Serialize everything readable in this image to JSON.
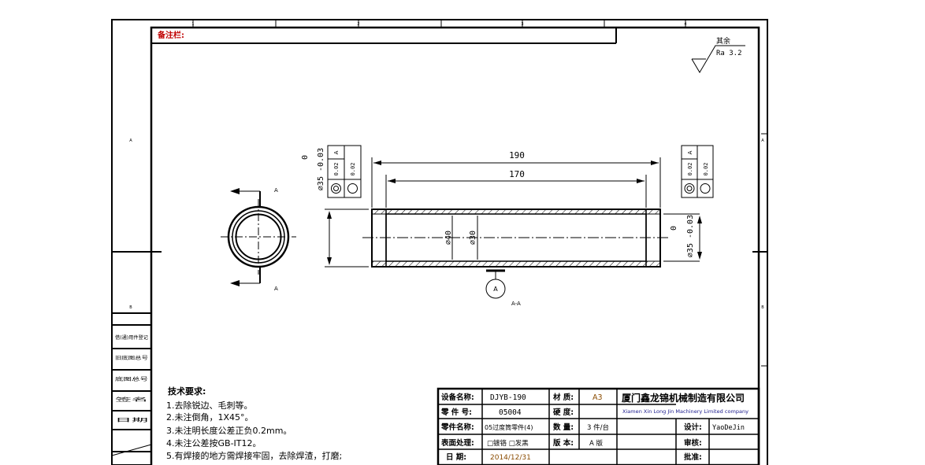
{
  "remark_label": "备注栏:",
  "roughness": {
    "label": "其余",
    "value": "Ra 3.2"
  },
  "dimensions": {
    "overall_length": "190",
    "inner_length": "170",
    "outer_dia": "∅40",
    "inner_dia": "∅30",
    "bore_left": "∅35 -0.03",
    "bore_left_upper": "0",
    "bore_right": "∅35 -0.03",
    "bore_right_upper": "0"
  },
  "tolerance_frames": {
    "left": {
      "datum": "A",
      "value": "0.02"
    },
    "right": {
      "datum": "A",
      "value": "0.02"
    }
  },
  "section": {
    "marker": "A",
    "view_label": "A-A"
  },
  "left_strip": [
    "借(通)用件登记",
    "旧底图总号",
    "底图总号",
    "签名",
    "日期"
  ],
  "tech_requirements": {
    "title": "技术要求:",
    "items": [
      "1.去除锐边、毛刺等。",
      "2.未注倒角，1X45°。",
      "3.未注明长度公差正负0.2mm。",
      "4.未注公差按GB-IT12。",
      "5.有焊接的地方需焊接牢固，去除焊渣，打磨;"
    ]
  },
  "title_block": {
    "equipment_name_label": "设备名称:",
    "equipment_name": "DJYB-190",
    "material_label": "材 质:",
    "material": "A3",
    "company_cn": "厦门鑫龙锦机械制造有限公司",
    "company_en": "Xiamen Xin Long Jin Machinery Limited company",
    "part_no_label": "零 件 号:",
    "part_no": "05004",
    "hardness_label": "硬 度:",
    "part_name_label": "零件名称:",
    "part_name": "05过度筒零件(4)",
    "quantity_label": "数 量:",
    "quantity": "3 件/台",
    "surface_label": "表面处理:",
    "surface": "□镀铬 □发黑",
    "version_label": "版 本:",
    "version": "A 版",
    "date_label": "日 期:",
    "date": "2014/12/31",
    "design_label": "设计:",
    "designer": "YaoDeJin",
    "review_label": "审核:",
    "approve_label": "批准:"
  }
}
